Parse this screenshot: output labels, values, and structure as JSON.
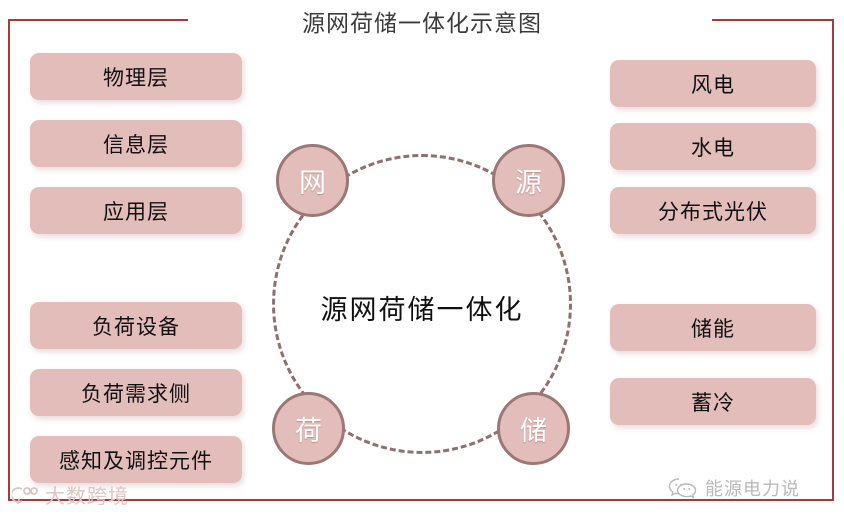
{
  "title": "源网荷储一体化示意图",
  "colors": {
    "frame": "#a93a3a",
    "pill_fill": "#e2bdba",
    "node_fill": "#e2bdba",
    "node_border": "#9b7775",
    "dashed_circle": "#8e706e",
    "text": "#111111",
    "title_text": "#3c3c3c"
  },
  "center": {
    "label": "源网荷储一体化",
    "nodes": [
      {
        "id": "wang",
        "label": "网",
        "position": "top-left"
      },
      {
        "id": "yuan",
        "label": "源",
        "position": "top-right"
      },
      {
        "id": "he",
        "label": "荷",
        "position": "bottom-left"
      },
      {
        "id": "chu",
        "label": "储",
        "position": "bottom-right"
      }
    ]
  },
  "left_top_group": {
    "items": [
      {
        "label": "物理层"
      },
      {
        "label": "信息层"
      },
      {
        "label": "应用层"
      }
    ]
  },
  "left_bottom_group": {
    "items": [
      {
        "label": "负荷设备"
      },
      {
        "label": "负荷需求侧"
      },
      {
        "label": "感知及调控元件"
      }
    ]
  },
  "right_top_group": {
    "items": [
      {
        "label": "风电"
      },
      {
        "label": "水电"
      },
      {
        "label": "分布式光伏"
      }
    ]
  },
  "right_bottom_group": {
    "items": [
      {
        "label": "储能"
      },
      {
        "label": "蓄冷"
      }
    ]
  },
  "watermarks": {
    "left": {
      "label": "大数跨境",
      "icon": "dashu-logo-icon"
    },
    "right": {
      "label": "能源电力说",
      "icon": "wechat-icon"
    }
  }
}
